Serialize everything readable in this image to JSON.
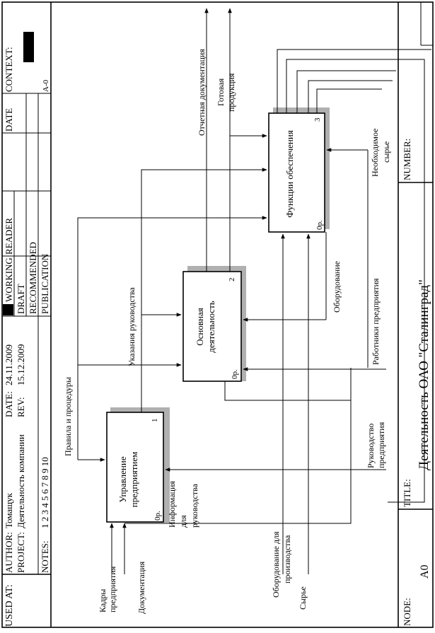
{
  "header": {
    "used_at_label": "USED AT:",
    "author_label": "AUTHOR:",
    "author_value": "Томащук",
    "project_label": "PROJECT:",
    "project_value": "Деятельность компании",
    "date_label": "DATE:",
    "date_value": "24.11.2009",
    "rev_label": "REV:",
    "rev_value": "15.12.2009",
    "notes_label": "NOTES:",
    "notes_value": "1  2  3  4  5  6  7  8  9  10",
    "working": "WORKING",
    "draft": "DRAFT",
    "recommended": "RECOMMENDED",
    "publication": "PUBLICATION",
    "reader_label": "READER",
    "date2_label": "DATE",
    "context_label": "CONTEXT:",
    "context_node": "A-0"
  },
  "footer": {
    "node_label": "NODE:",
    "node_value": "A0",
    "title_label": "TITLE:",
    "title_value": "Деятельность ОАО \"Сталинград\"",
    "number_label": "NUMBER:"
  },
  "boxes": [
    {
      "name": "Управление предприятием",
      "line1": "Управление",
      "line2": "предприятием",
      "number": "1",
      "cost": "0р."
    },
    {
      "name": "Основная деятельность",
      "line1": "Основная",
      "line2": "деятельность",
      "number": "2",
      "cost": "0р."
    },
    {
      "name": "Функции обеспечения",
      "line1": "Функции обеспечения",
      "number": "3",
      "cost": "0р."
    }
  ],
  "arrows": {
    "kadry_1": "Кадры",
    "kadry_2": "предприятия",
    "documentation": "Документация",
    "info_1": "Информация",
    "info_2": "для",
    "info_3": "руководства",
    "pravila": "Правила и процедуры",
    "ukazaniya": "Указания руководства",
    "otchetnaya": "Отчетная документация",
    "gotovaya_1": "Готовая",
    "gotovaya_2": "продукция",
    "oborud_proizv_1": "Оборудование для",
    "oborud_proizv_2": "производства",
    "syrye": "Сырье",
    "rukovodstvo_1": "Руководство",
    "rukovodstvo_2": "предприятия",
    "rabotniki": "Работники предприятия",
    "oborudovanie": "Оборудование",
    "neobhodimoe_1": "Необходимое",
    "neobhodimoe_2": "сырье"
  }
}
